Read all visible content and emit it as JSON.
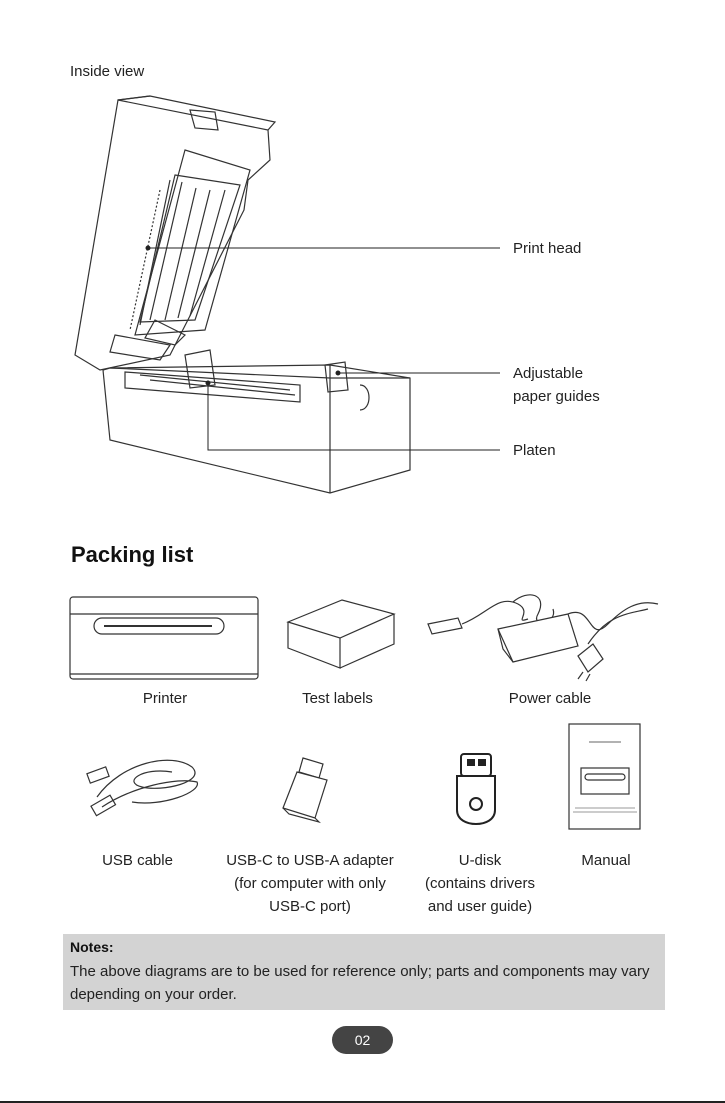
{
  "inside_view": {
    "title": "Inside view",
    "callouts": {
      "print_head": "Print head",
      "guides_line1": "Adjustable",
      "guides_line2": "paper guides",
      "platen": "Platen"
    }
  },
  "packing_list": {
    "title": "Packing list",
    "items": {
      "printer": "Printer",
      "test_labels": "Test labels",
      "power_cable": "Power cable",
      "usb_cable": "USB cable",
      "adapter_line1": "USB-C to USB-A adapter",
      "adapter_line2": "(for computer with only",
      "adapter_line3": "USB-C port)",
      "udisk_line1": "U-disk",
      "udisk_line2": "(contains drivers",
      "udisk_line3": "and user guide)",
      "manual": "Manual"
    }
  },
  "notes": {
    "title": "Notes:",
    "text": "The above diagrams are to be used for reference only; parts and components may vary depending on your order."
  },
  "page_number": "02"
}
